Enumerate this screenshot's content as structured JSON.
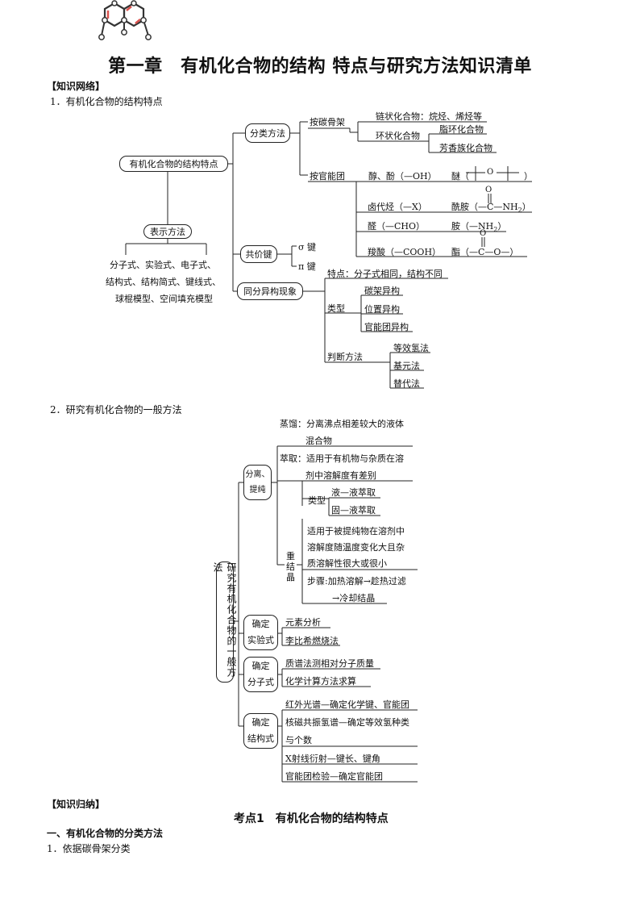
{
  "doc": {
    "title": "第一章　有机化合物的结构 特点与研究方法知识清单",
    "section_network": "【知识网络】",
    "item1": "1．有机化合物的结构特点",
    "item2": "2．研究有机化合物的一般方法",
    "section_summary": "【知识归纳】",
    "kaodian": "考点1　有机化合物的结构特点",
    "sub1": "一、有机化合物的分类方法",
    "sub1_1": "1．依据碳骨架分类"
  },
  "map1": {
    "root": "有机化合物的结构特点",
    "classify": "分类方法",
    "by_skeleton": "按碳骨架",
    "chain": "链状化合物：烷烃、烯烃等",
    "ring": "环状化合物",
    "alicyclic": "脂环化合物",
    "aromatic": "芳香族化合物",
    "by_group": "按官能团",
    "alcohol": "醇、酚（—OH）",
    "ether_prefix": "醚（",
    "ether_suffix": "）",
    "halide": "卤代烃（—X）",
    "amide_prefix": "酰胺（—C—NH",
    "amide_sub": "2",
    "amide_suffix": "）",
    "aldehyde": "醛（—CHO）",
    "amine_prefix": "胺（—NH",
    "amine_sub": "2",
    "amine_suffix": "）",
    "acid": "羧酸（—COOH）",
    "ester_prefix": "酯（—C—O—）",
    "o_label": "O",
    "c_label": "C",
    "represent": "表示方法",
    "represent_items": "分子式、实验式、电子式、",
    "represent_items2": "结构式、结构简式、键线式、",
    "represent_items3": "球棍模型、空间填充模型",
    "covalent": "共价键",
    "sigma": "σ 键",
    "pi": "π 键",
    "isomer": "同分异构现象",
    "isomer_feature": "特点：分子式相同，结构不同",
    "isomer_type": "类型",
    "t1": "碳架异构",
    "t2": "位置异构",
    "t3": "官能团异构",
    "judge": "判断方法",
    "j1": "等效氢法",
    "j2": "基元法",
    "j3": "替代法"
  },
  "map2": {
    "root": "研究有机化合物的一般方法",
    "sep": "分离、提纯",
    "sep_l1": "分离、",
    "sep_l2": "提纯",
    "distill_1": "蒸馏：分离沸点相差较大的液体",
    "distill_2": "混合物",
    "extract_1": "萃取：适用于有机物与杂质在溶",
    "extract_2": "剂中溶解度有差别",
    "ext_type": "类型",
    "ext_t1": "液—液萃取",
    "ext_t2": "固—液萃取",
    "recryst": "重结晶",
    "rc1": "适用于被提纯物在溶剂中",
    "rc2": "溶解度随温度变化大且杂",
    "rc3": "质溶解性很大或很小",
    "rc4": "步骤:加热溶解→趁热过滤",
    "rc5": "→冷却结晶",
    "emp_l1": "确定",
    "emp_l2": "实验式",
    "emp1": "元素分析",
    "emp2": "李比希燃烧法",
    "mol_l1": "确定",
    "mol_l2": "分子式",
    "mol1": "质谱法测相对分子质量",
    "mol2": "化学计算方法求算",
    "str_l1": "确定",
    "str_l2": "结构式",
    "s1": "红外光谱—确定化学键、官能团",
    "s2": "核磁共振氢谱—确定等效氢种类",
    "s3": "与个数",
    "s4": "X射线衍射—键长、键角",
    "s5": "官能团检验—确定官能团"
  },
  "icons": {
    "logo": "naphthalene-logo-icon"
  },
  "colors": {
    "logo_accent": "#d9534f",
    "text": "#111111"
  }
}
